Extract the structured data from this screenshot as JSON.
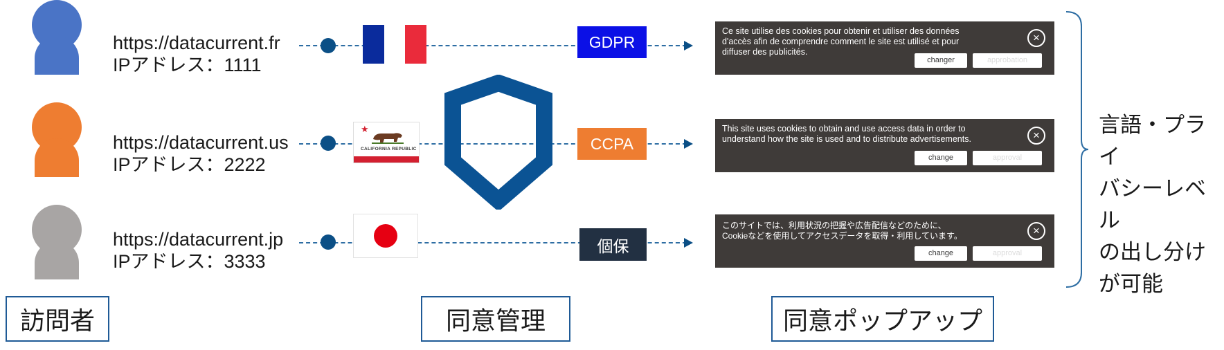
{
  "visitors": [
    {
      "url": "https://datacurrent.fr",
      "ip": "IPアドレス：1111",
      "color": "#4a74c6"
    },
    {
      "url": "https://datacurrent.us",
      "ip": "IPアドレス：2222",
      "color": "#ee7d31"
    },
    {
      "url": "https://datacurrent.jp",
      "ip": "IPアドレス：3333",
      "color": "#a8a5a4"
    }
  ],
  "regulations": [
    {
      "label": "GDPR",
      "color": "#0b10e6"
    },
    {
      "label": "CCPA",
      "color": "#ee7d31"
    },
    {
      "label": "個保",
      "color": "#223042"
    }
  ],
  "flags": {
    "california_text": "CALIFORNIA REPUBLIC"
  },
  "popups": [
    {
      "text": "Ce site utilise des cookies pour obtenir et utiliser des données d'accès afin de comprendre comment le site est utilisé et pour diffuser des publicités.",
      "close": "×",
      "btn1": "changer",
      "btn2": "approbation"
    },
    {
      "text": "This site uses cookies to obtain and use access data in order to understand how the site is used and to distribute advertisements.",
      "close": "×",
      "btn1": "change",
      "btn2": "approval"
    },
    {
      "text": "このサイトでは、利用状況の把握や広告配信などのために、Cookieなどを使用してアクセスデータを取得・利用しています。",
      "close": "×",
      "btn1": "change",
      "btn2": "approval"
    }
  ],
  "labels": {
    "visitor": "訪問者",
    "consent_mgmt": "同意管理",
    "consent_popup": "同意ポップアップ"
  },
  "note": [
    "言語・プライ",
    "バシーレベル",
    "の出し分け",
    "が可能"
  ],
  "colors": {
    "accent": "#0b4f86",
    "shield": "#0b5394",
    "popup_bg": "#3f3b39"
  }
}
